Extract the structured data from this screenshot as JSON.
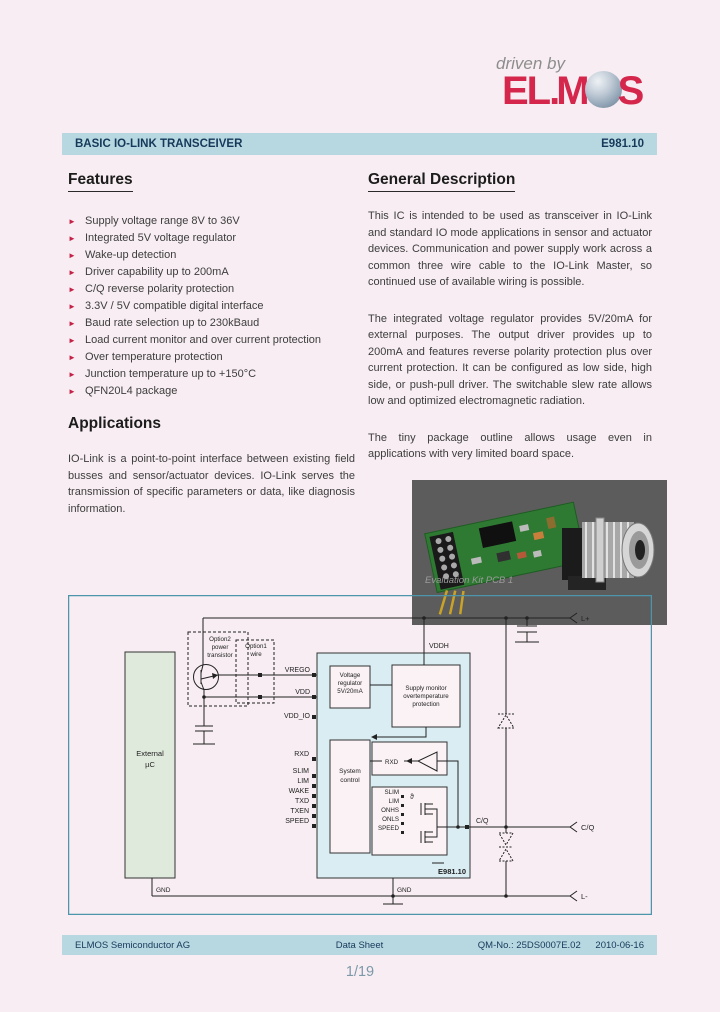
{
  "logo": {
    "tagline": "driven by",
    "el": "EL",
    "dot": ".",
    "m": "M",
    "s": "S"
  },
  "header": {
    "title": "BASIC IO-LINK TRANSCEIVER",
    "part_number": "E981.10"
  },
  "features": {
    "heading": "Features",
    "bullet_icon": "►",
    "items": [
      "Supply voltage range 8V to 36V",
      "Integrated 5V voltage regulator",
      "Wake-up detection",
      "Driver capability up to 200mA",
      "C/Q reverse polarity protection",
      "3.3V / 5V compatible digital interface",
      "Baud rate selection up to 230kBaud",
      "Load current monitor and over current protection",
      "Over temperature protection",
      "Junction temperature up to +150°C",
      "QFN20L4 package"
    ]
  },
  "applications": {
    "heading": "Applications",
    "body": "IO-Link is a point-to-point interface between existing field busses and sensor/actuator devices. IO-Link serves the transmission of specific parameters or data, like diagnosis information."
  },
  "general_description": {
    "heading": "General Description",
    "paragraphs": [
      "This IC is intended to be used as transceiver in IO-Link and standard IO mode applications in sensor and actuator devices. Communication and power supply work across a common three wire cable to the IO-Link Master, so continued use of available wiring is possible.",
      "The integrated voltage regulator provides 5V/20mA for external purposes. The output driver provides up to 200mA and features reverse polarity protection plus over current protection. It can be configured as low side, high side, or push-pull driver. The switchable slew rate allows low and optimized electromagnetic radiation.",
      "The tiny package outline allows usage even in applications with very limited board space."
    ]
  },
  "photo": {
    "caption": "Evaluation Kit PCB 1"
  },
  "diagram": {
    "external_uc_line1": "External",
    "external_uc_line2": "µC",
    "option2_line1": "Option2",
    "option2_line2": "power",
    "option2_line3": "transistor",
    "option1_line1": "Option1",
    "option1_line2": "wire",
    "vrego": "VREGO",
    "vdd": "VDD",
    "vdd_io": "VDD_IO",
    "vddh": "VDDH",
    "vreg_line1": "Voltage",
    "vreg_line2": "regulator",
    "vreg_line3": "5V/20mA",
    "monitor_line1": "Supply monitor",
    "monitor_line2": "overtemperature",
    "monitor_line3": "protection",
    "system_line1": "System",
    "system_line2": "control",
    "rxd_internal": "RXD",
    "theta": "ϑ",
    "pins": [
      "RXD",
      "SLIM",
      "LIM",
      "WAKE",
      "TXD",
      "TXEN",
      "SPEED"
    ],
    "driver_pins": [
      "SLIM",
      "LIM",
      "ONHS",
      "ONLS",
      "SPEED"
    ],
    "cq_pin": "C/Q",
    "gnd_uc": "GND",
    "gnd_ic": "GND",
    "terminal_lplus": "L+",
    "terminal_cq": "C/Q",
    "terminal_lminus": "L-",
    "part_label": "E981.10"
  },
  "footer": {
    "company": "ELMOS Semiconductor AG",
    "document_type": "Data Sheet",
    "qm_no": "QM-No.: 25DS0007E.02",
    "date": "2010-06-16",
    "page_number": "1/19"
  },
  "colors": {
    "accent_red": "#c62148",
    "bar_blue": "#b7d8e1",
    "navy_text": "#16395a",
    "diagram_border": "#4d95aa"
  }
}
